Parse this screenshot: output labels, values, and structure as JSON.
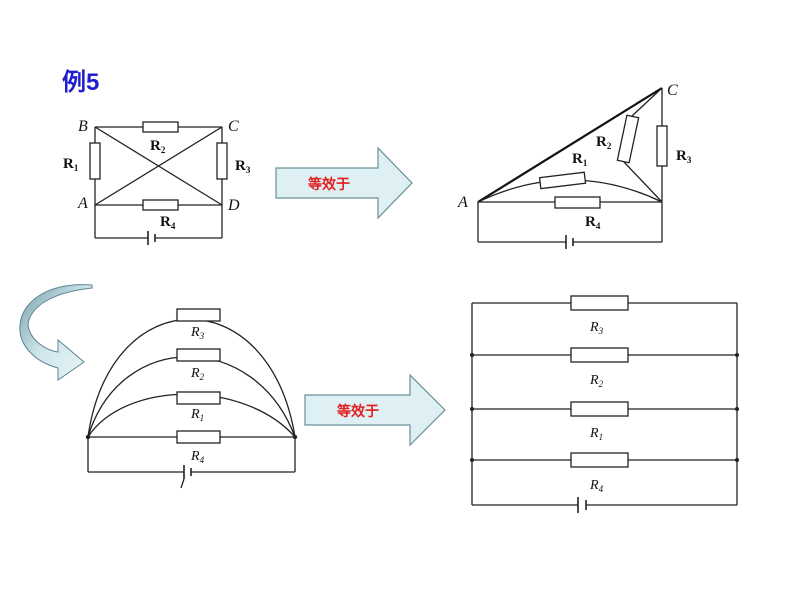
{
  "title": "例5",
  "arrow_label": "等效于",
  "nodes": {
    "A": "A",
    "B": "B",
    "C": "C",
    "D": "D"
  },
  "resistors": {
    "r1": {
      "main": "R",
      "sub": "1"
    },
    "r2": {
      "main": "R",
      "sub": "2"
    },
    "r3": {
      "main": "R",
      "sub": "3"
    },
    "r4": {
      "main": "R",
      "sub": "4"
    }
  },
  "colors": {
    "title": "#1f1fd0",
    "arrow_text": "#e02020",
    "arrow_fill": "#dff0f4",
    "arrow_stroke": "#6a8f9a"
  }
}
